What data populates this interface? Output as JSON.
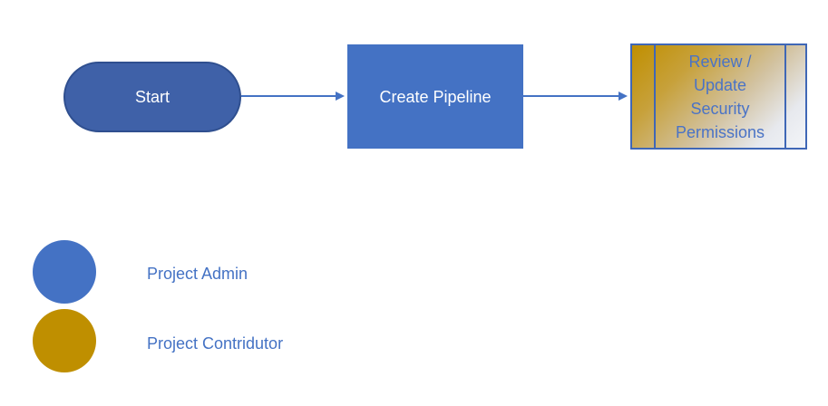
{
  "diagram": {
    "nodes": {
      "start": {
        "label": "Start",
        "shape": "terminator",
        "color": "#3F61A8"
      },
      "create_pipeline": {
        "label": "Create Pipeline",
        "shape": "process",
        "color": "#4472C4"
      },
      "review_permissions": {
        "label": "Review /\nUpdate\nSecurity\nPermissions",
        "shape": "predefined-process",
        "gradient_from": "#C08F00",
        "gradient_to": "#F3F5F8",
        "text_color": "#4A73C6"
      }
    },
    "edges": [
      {
        "from": "start",
        "to": "create_pipeline"
      },
      {
        "from": "create_pipeline",
        "to": "review_permissions"
      }
    ],
    "arrow_color": "#4472C4"
  },
  "legend": {
    "items": [
      {
        "label": "Project Admin",
        "color": "#4472C4"
      },
      {
        "label": "Project Contridutor",
        "color": "#BF8F00"
      }
    ],
    "label_color": "#4472C4"
  }
}
